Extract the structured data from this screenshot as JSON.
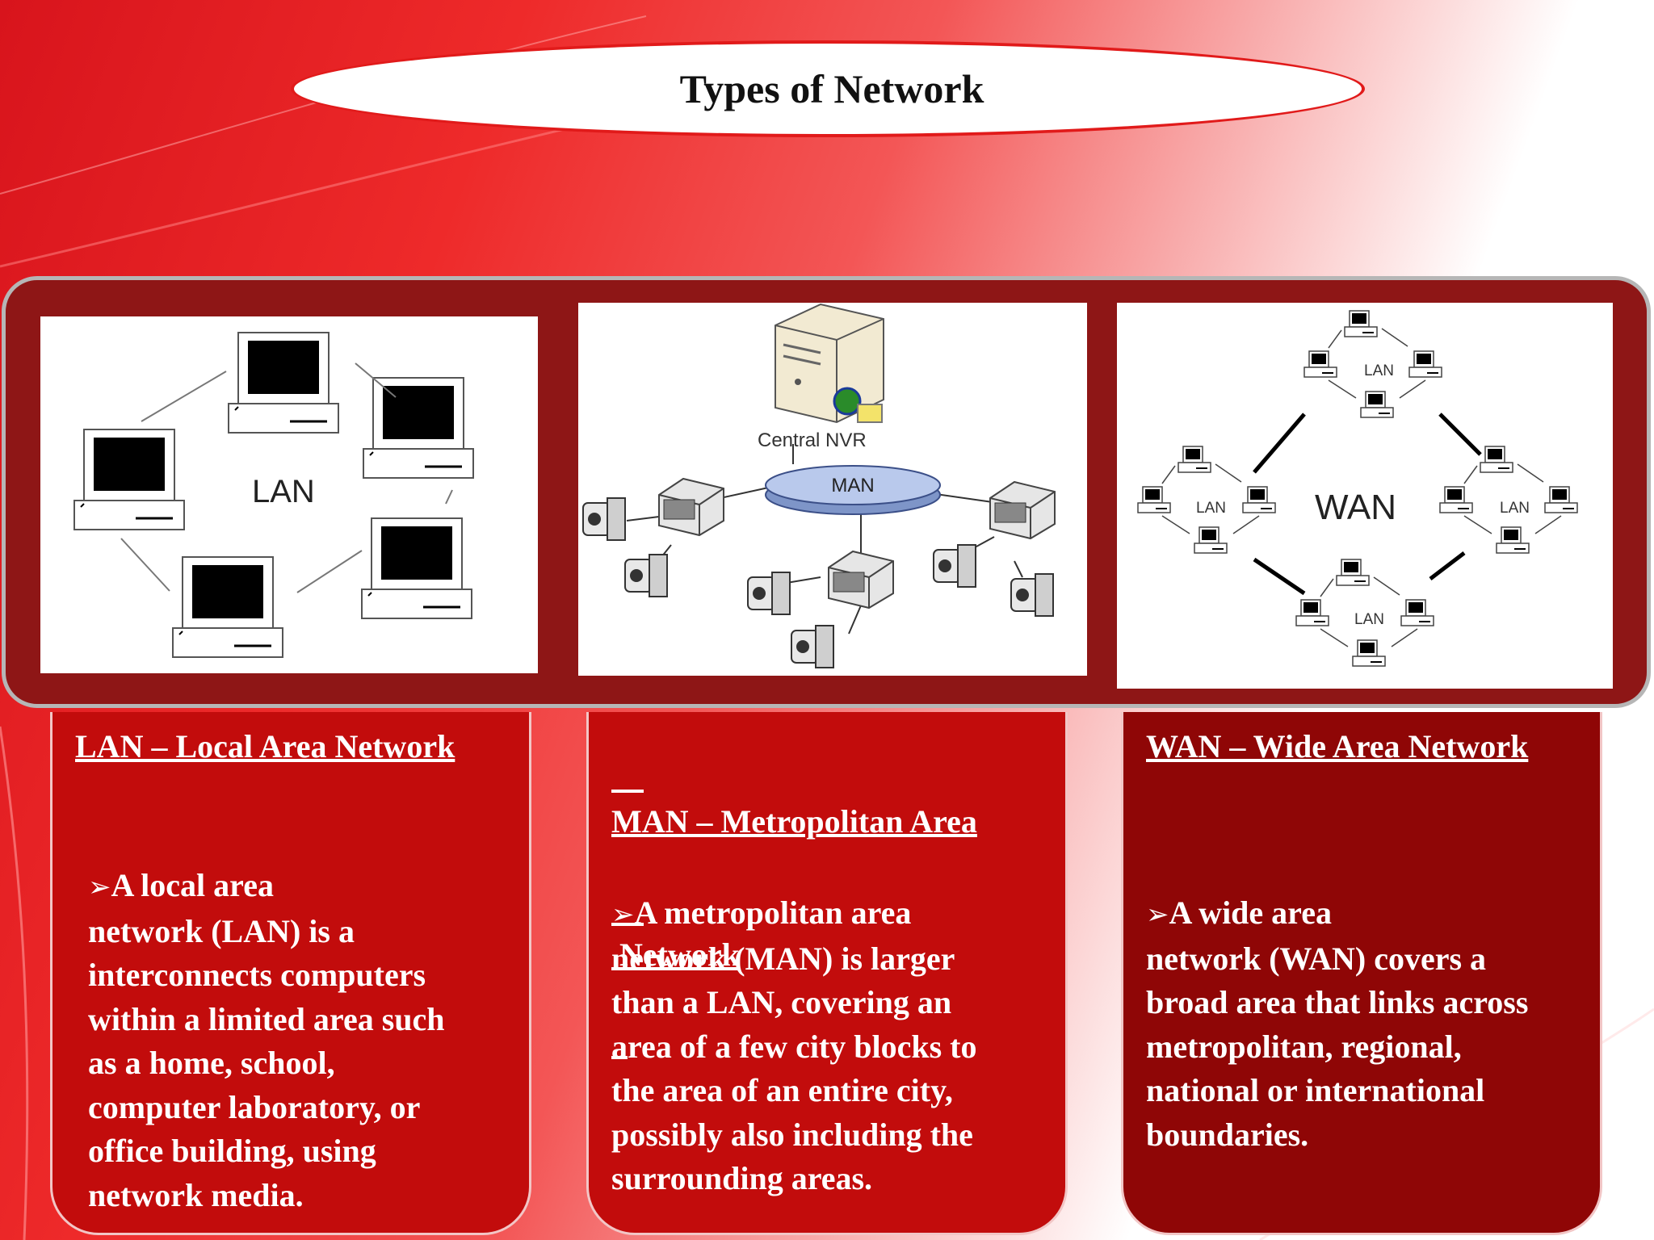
{
  "slide": {
    "title": "Types of Network"
  },
  "diagrams": {
    "lan": {
      "center_label": "LAN"
    },
    "man": {
      "server_label": "Central NVR",
      "hub_label": "MAN"
    },
    "wan": {
      "center_label": "WAN",
      "cluster_label": "LAN"
    }
  },
  "cards": [
    {
      "title": "LAN – Local Area Network",
      "bullet": "➢",
      "lines": [
        "A local area",
        "network (LAN) is a",
        "interconnects computers",
        "within a limited area such",
        "as a home, school,",
        "computer laboratory, or",
        "office building, using",
        "network media."
      ]
    },
    {
      "title_line1": "MAN – Metropolitan Area",
      "title_line2": " Network",
      "bullet": "➢",
      "lines": [
        "A metropolitan area",
        "network (MAN) is  larger",
        "than a LAN, covering an",
        "area of a few city blocks to",
        "the area of an entire city,",
        "possibly also including the",
        "surrounding areas."
      ]
    },
    {
      "title": "WAN – Wide Area Network",
      "bullet": "➢",
      "lines": [
        "A wide area",
        "network (WAN) covers a",
        "broad area  that links across",
        "metropolitan, regional,",
        "national or international",
        "boundaries."
      ]
    }
  ],
  "colors": {
    "panel": "#8e1616",
    "card_lan": "#c20c0c",
    "card_man": "#c20c0c",
    "card_wan": "#8f0606",
    "title_border": "#e11a1a"
  }
}
